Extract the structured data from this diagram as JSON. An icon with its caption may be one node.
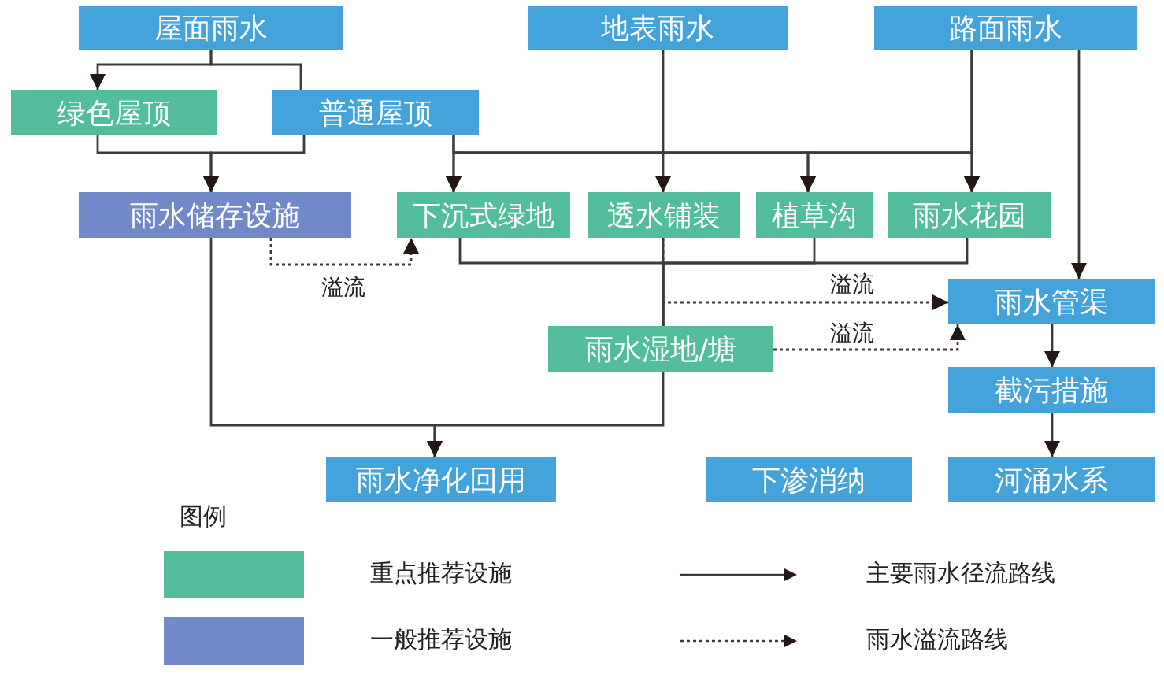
{
  "diagram": {
    "nodes": [
      {
        "text": [
          "屋面雨水"
        ]
      },
      {
        "text": [
          "地表雨水"
        ]
      },
      {
        "text": [
          "路面雨水"
        ]
      },
      {
        "text": [
          "绿色屋顶"
        ]
      },
      {
        "text": [
          "普通屋顶"
        ]
      },
      {
        "text": [
          "雨水储存设施"
        ]
      },
      {
        "text": [
          "下沉式绿地"
        ]
      },
      {
        "text": [
          "透水铺装"
        ]
      },
      {
        "text": [
          "植草沟"
        ]
      },
      {
        "text": [
          "雨水花园"
        ]
      },
      {
        "text": [
          "雨水管渠"
        ]
      },
      {
        "text": [
          "雨水湿地/塘"
        ]
      },
      {
        "text": [
          "截污措施"
        ]
      },
      {
        "text": [
          "雨水净化回用"
        ]
      },
      {
        "text": [
          "下渗消纳"
        ]
      },
      {
        "text": [
          "河涌水系"
        ]
      }
    ],
    "edges": [
      {
        "from": 0,
        "to": 3,
        "arrow": "to"
      },
      {
        "from": 0,
        "to": 4,
        "arrow": "none"
      },
      {
        "from": 3,
        "to": 5,
        "arrow": "to"
      },
      {
        "from": 4,
        "to": 5,
        "arrow": "to"
      },
      {
        "from": 4,
        "to": 6,
        "arrow": "to"
      },
      {
        "from": 4,
        "to": 8,
        "arrow": "to"
      },
      {
        "from": 4,
        "to": 9,
        "arrow": "to"
      },
      {
        "from": 2,
        "to": 6,
        "arrow": "to"
      },
      {
        "from": 2,
        "to": 8,
        "arrow": "to"
      },
      {
        "from": 2,
        "to": 9,
        "arrow": "to"
      },
      {
        "from": 1,
        "to": 7,
        "arrow": "to"
      },
      {
        "from": 2,
        "to": 10,
        "arrow": "to"
      },
      {
        "from": 5,
        "to": 13,
        "arrow": "to"
      },
      {
        "from": 6,
        "to": 11,
        "arrow": "none"
      },
      {
        "from": 7,
        "to": 11,
        "arrow": "none"
      },
      {
        "from": 8,
        "to": 11,
        "arrow": "none"
      },
      {
        "from": 9,
        "to": 11,
        "arrow": "none"
      },
      {
        "from": 11,
        "to": 13,
        "arrow": "to"
      },
      {
        "from": 5,
        "to": 6,
        "arrow": "to",
        "style": "dashed",
        "label": "溢流"
      },
      {
        "from": 7,
        "to": 10,
        "arrow": "to",
        "style": "dashed",
        "label": "溢流"
      },
      {
        "from": 11,
        "to": 10,
        "arrow": "to",
        "style": "dashed",
        "label": "溢流"
      },
      {
        "from": 10,
        "to": 12,
        "arrow": "to"
      },
      {
        "from": 12,
        "to": 15,
        "arrow": "to"
      }
    ],
    "labels": [
      "图例"
    ],
    "legend": [
      {
        "text": "重点推荐设施",
        "color": "#52bc9c"
      },
      {
        "text": "一般推荐设施",
        "color": "#7189c8"
      },
      {
        "text": "主要雨水径流路线"
      },
      {
        "text": "雨水溢流路线"
      }
    ]
  }
}
